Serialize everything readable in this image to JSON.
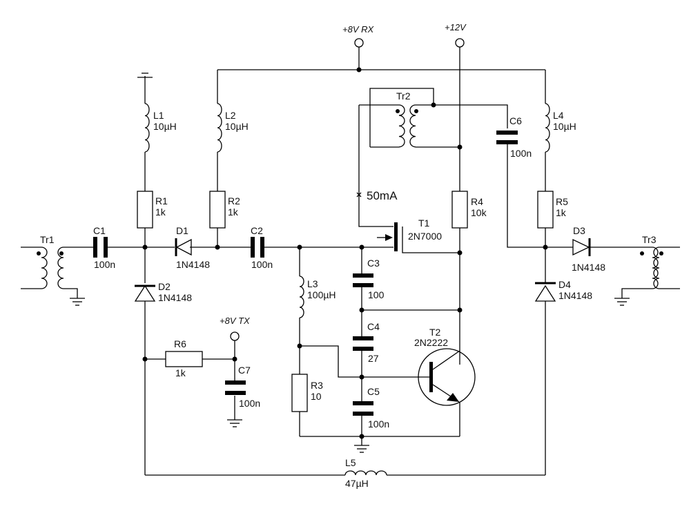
{
  "title": "RF oscillator / switch schematic",
  "supplies": {
    "rx": "+8V RX",
    "v12": "+12V",
    "tx": "+8V TX"
  },
  "components": {
    "Tr1": {
      "ref": "Tr1"
    },
    "Tr2": {
      "ref": "Tr2"
    },
    "Tr3": {
      "ref": "Tr3"
    },
    "C1": {
      "ref": "C1",
      "value": "100n"
    },
    "C2": {
      "ref": "C2",
      "value": "100n"
    },
    "C3": {
      "ref": "C3",
      "value": "100"
    },
    "C4": {
      "ref": "C4",
      "value": "27"
    },
    "C5": {
      "ref": "C5",
      "value": "100n"
    },
    "C6": {
      "ref": "C6",
      "value": "100n"
    },
    "C7": {
      "ref": "C7",
      "value": "100n"
    },
    "L1": {
      "ref": "L1",
      "value": "10µH"
    },
    "L2": {
      "ref": "L2",
      "value": "10µH"
    },
    "L3": {
      "ref": "L3",
      "value": "100µH"
    },
    "L4": {
      "ref": "L4",
      "value": "10µH"
    },
    "L5": {
      "ref": "L5",
      "value": "47µH"
    },
    "R1": {
      "ref": "R1",
      "value": "1k"
    },
    "R2": {
      "ref": "R2",
      "value": "1k"
    },
    "R3": {
      "ref": "R3",
      "value": "10"
    },
    "R4": {
      "ref": "R4",
      "value": "10k"
    },
    "R5": {
      "ref": "R5",
      "value": "1k"
    },
    "R6": {
      "ref": "R6",
      "value": "1k"
    },
    "D1": {
      "ref": "D1",
      "value": "1N4148"
    },
    "D2": {
      "ref": "D2",
      "value": "1N4148"
    },
    "D3": {
      "ref": "D3",
      "value": "1N4148"
    },
    "D4": {
      "ref": "D4",
      "value": "1N4148"
    },
    "T1": {
      "ref": "T1",
      "value": "2N7000"
    },
    "T2": {
      "ref": "T2",
      "value": "2N2222"
    }
  },
  "annotations": {
    "current": "50mA"
  }
}
